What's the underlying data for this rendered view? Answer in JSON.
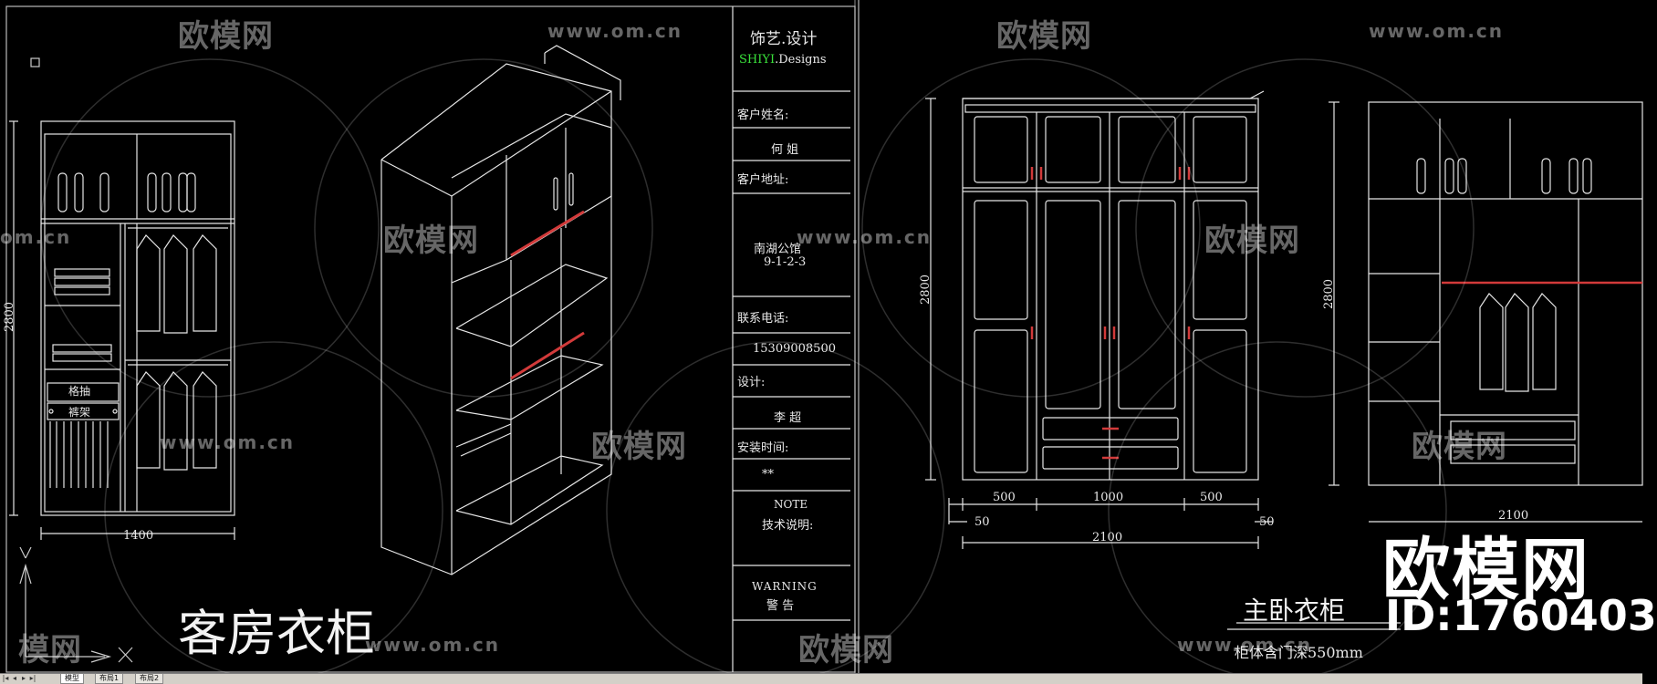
{
  "drawing": {
    "left_sheet": {
      "title": "客房衣柜",
      "dimensions": {
        "width": "1400",
        "height": "2800"
      },
      "labels": {
        "drawer": "格抽",
        "pants_rack": "裤架"
      }
    },
    "title_block": {
      "company_cn": "饰艺.设计",
      "company_en_green": "SHIYI",
      "company_en_rest": ".Designs",
      "client_name_label": "客户姓名:",
      "client_name": "何 姐",
      "client_address_label": "客户地址:",
      "client_address_line1": "南湖公馆",
      "client_address_line2": "9-1-2-3",
      "phone_label": "联系电话:",
      "phone": "15309008500",
      "designer_label": "设计:",
      "designer": "李 超",
      "install_time_label": "安装时间:",
      "install_time": "**",
      "note_label": "NOTE",
      "tech_label": "技术说明:",
      "warning_en": "WARNING",
      "warning_cn": "警 告"
    },
    "right_sheet": {
      "title": "主卧衣柜",
      "subtitle": "柜体含门深550mm",
      "dimensions": {
        "height": "2800",
        "seg_left": "500",
        "seg_mid": "1000",
        "seg_right": "500",
        "offset_left": "50",
        "offset_right": "50",
        "total": "2100",
        "total_right": "2100",
        "height_right": "2800"
      }
    }
  },
  "watermark": {
    "logo_text": "欧模网",
    "url": "www.om.cn",
    "url_partial": "om.cn",
    "logo_partial": "模网"
  },
  "brand": {
    "name": "欧模网",
    "id_text": "ID:1760403"
  },
  "tabs": [
    {
      "label": "模型"
    },
    {
      "label": "布局1"
    },
    {
      "label": "布局2"
    }
  ],
  "colors": {
    "background": "#000000",
    "line": "#e8e8e8",
    "accent_red": "#d23a3a",
    "accent_green": "#39e03a"
  }
}
